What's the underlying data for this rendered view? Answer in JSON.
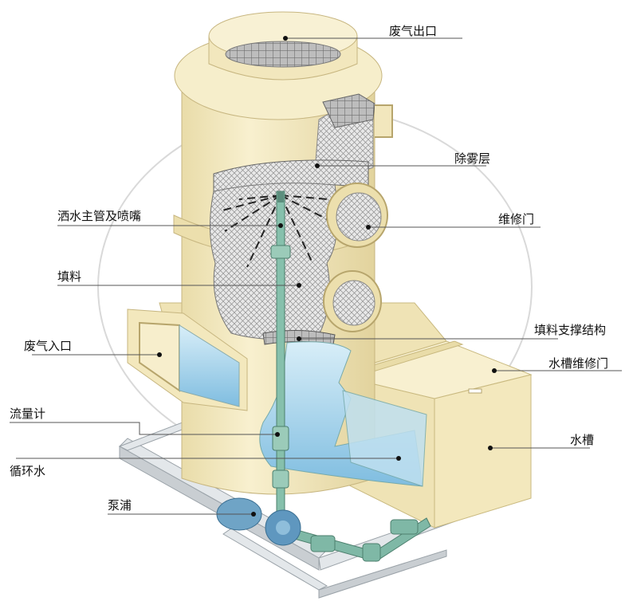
{
  "labels": {
    "exhaust_outlet": "废气出口",
    "demister_layer": "除雾层",
    "spray_pipe_nozzle": "洒水主管及喷嘴",
    "maintenance_door": "维修门",
    "packing": "填料",
    "packing_support": "填料支撑结构",
    "exhaust_inlet": "废气入口",
    "tank_maintenance_door": "水槽维修门",
    "flow_meter": "流量计",
    "tank": "水槽",
    "circulating_water": "循环水",
    "pump": "泵浦"
  },
  "colors": {
    "tower_body": "#f5ebc4",
    "tower_shade": "#e4d6a4",
    "packing_fill": "#e4e4e4",
    "pipe": "#7fb8a6",
    "water": "#a7d3ea",
    "pump": "#6fa4c6",
    "frame": "#dfe3e6",
    "leader_line": "#555555"
  }
}
